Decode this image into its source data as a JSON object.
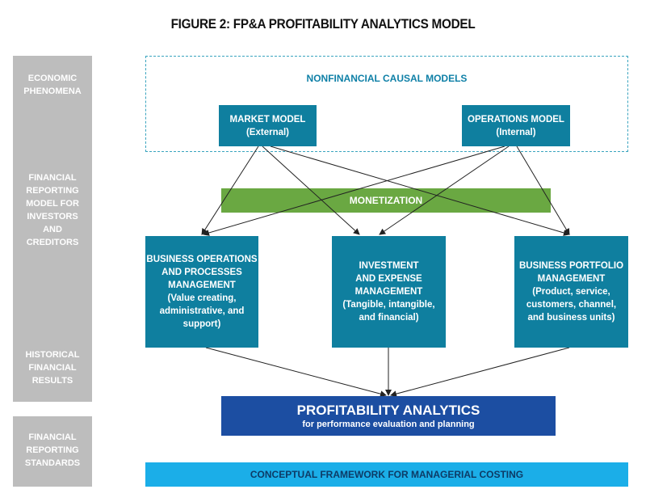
{
  "title": "FIGURE 2: FP&A PROFITABILITY ANALYTICS MODEL",
  "sidebar": {
    "economic": [
      "ECONOMIC",
      "PHENOMENA"
    ],
    "financial_model": [
      "FINANCIAL",
      "REPORTING",
      "MODEL FOR",
      "INVESTORS",
      "AND",
      "CREDITORS"
    ],
    "historical": [
      "HISTORICAL",
      "FINANCIAL",
      "RESULTS"
    ],
    "standards": [
      "FINANCIAL",
      "REPORTING",
      "STANDARDS"
    ]
  },
  "nonfinancial": {
    "title": "NONFINANCIAL CAUSAL MODELS"
  },
  "market_model": {
    "line1": "MARKET MODEL",
    "line2": "(External)"
  },
  "operations_model": {
    "line1": "OPERATIONS MODEL",
    "line2": "(Internal)"
  },
  "monetization": "MONETIZATION",
  "business_ops": [
    "BUSINESS OPERATIONS",
    "AND PROCESSES",
    "MANAGEMENT",
    "(Value creating,",
    "administrative, and",
    "support)"
  ],
  "investment": [
    "INVESTMENT",
    "AND EXPENSE",
    "MANAGEMENT",
    "(Tangible, intangible,",
    "and financial)"
  ],
  "portfolio": [
    "BUSINESS PORTFOLIO",
    "MANAGEMENT",
    "(Product, service,",
    "customers, channel,",
    "and business units)"
  ],
  "profitability": {
    "title": "PROFITABILITY ANALYTICS",
    "subtitle": "for performance evaluation and planning"
  },
  "conceptual": "CONCEPTUAL FRAMEWORK FOR MANAGERIAL COSTING"
}
